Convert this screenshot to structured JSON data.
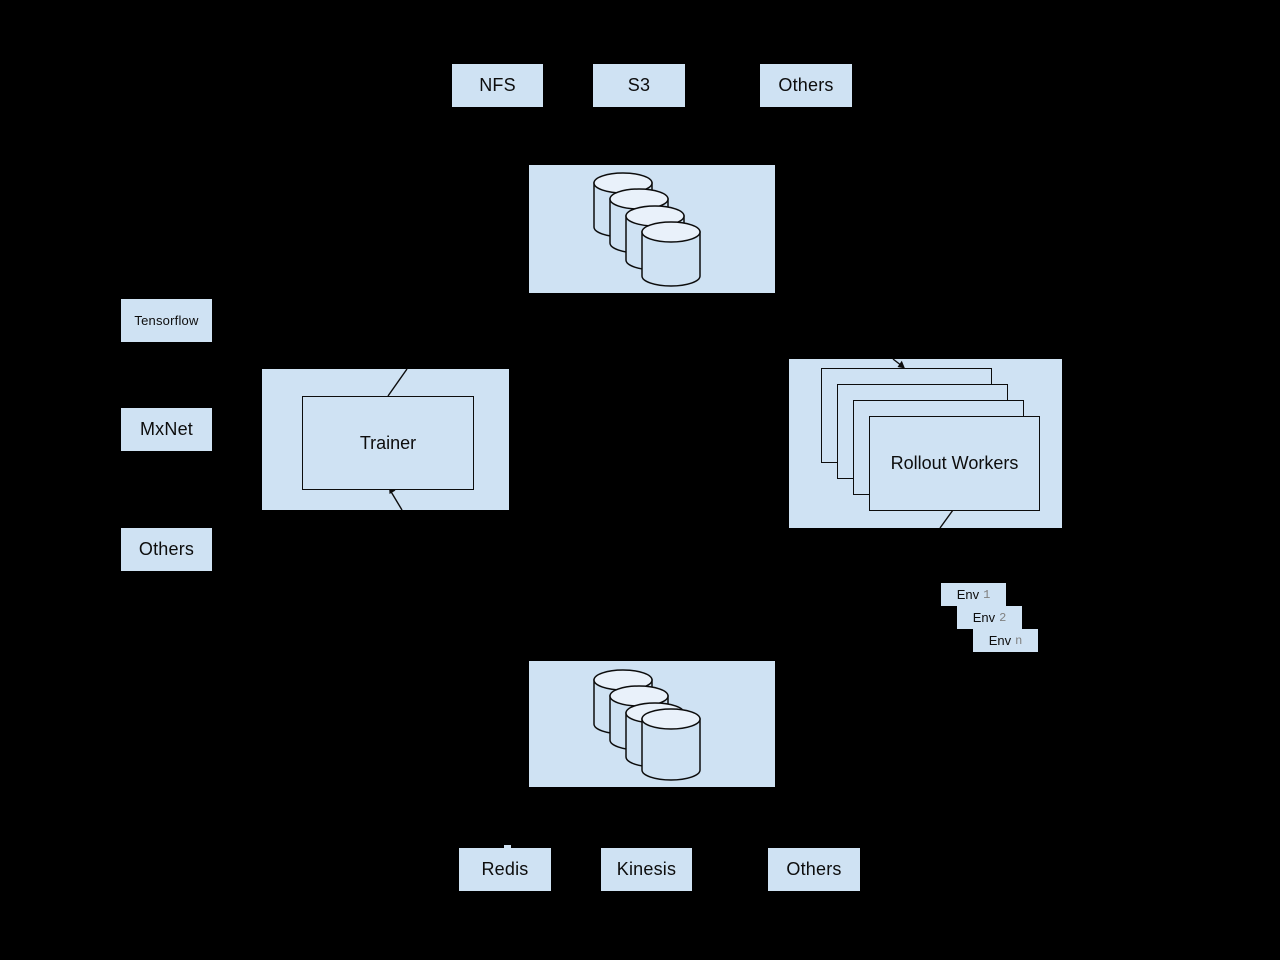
{
  "diagram": {
    "title": "distributed-rl-architecture",
    "colors": {
      "background": "#000000",
      "box_fill": "#cfe2f3",
      "cylinder_cap_fill": "#e9f1fa",
      "outline": "#0d0d0d",
      "env_id_color": "#808080"
    },
    "top_sources": [
      {
        "label": "NFS"
      },
      {
        "label": "S3"
      },
      {
        "label": "Others"
      }
    ],
    "top_storage": {
      "cylinder_count": 4
    },
    "frameworks": [
      {
        "label": "Tensorflow"
      },
      {
        "label": "MxNet"
      },
      {
        "label": "Others"
      }
    ],
    "trainer": {
      "label": "Trainer"
    },
    "rollout": {
      "label": "Rollout Workers",
      "stack_count": 4
    },
    "envs": [
      {
        "name": "Env",
        "id": "1"
      },
      {
        "name": "Env",
        "id": "2"
      },
      {
        "name": "Env",
        "id": "n"
      }
    ],
    "bottom_storage": {
      "cylinder_count": 4
    },
    "bottom_sinks": [
      {
        "label": "Redis"
      },
      {
        "label": "Kinesis"
      },
      {
        "label": "Others"
      }
    ]
  }
}
